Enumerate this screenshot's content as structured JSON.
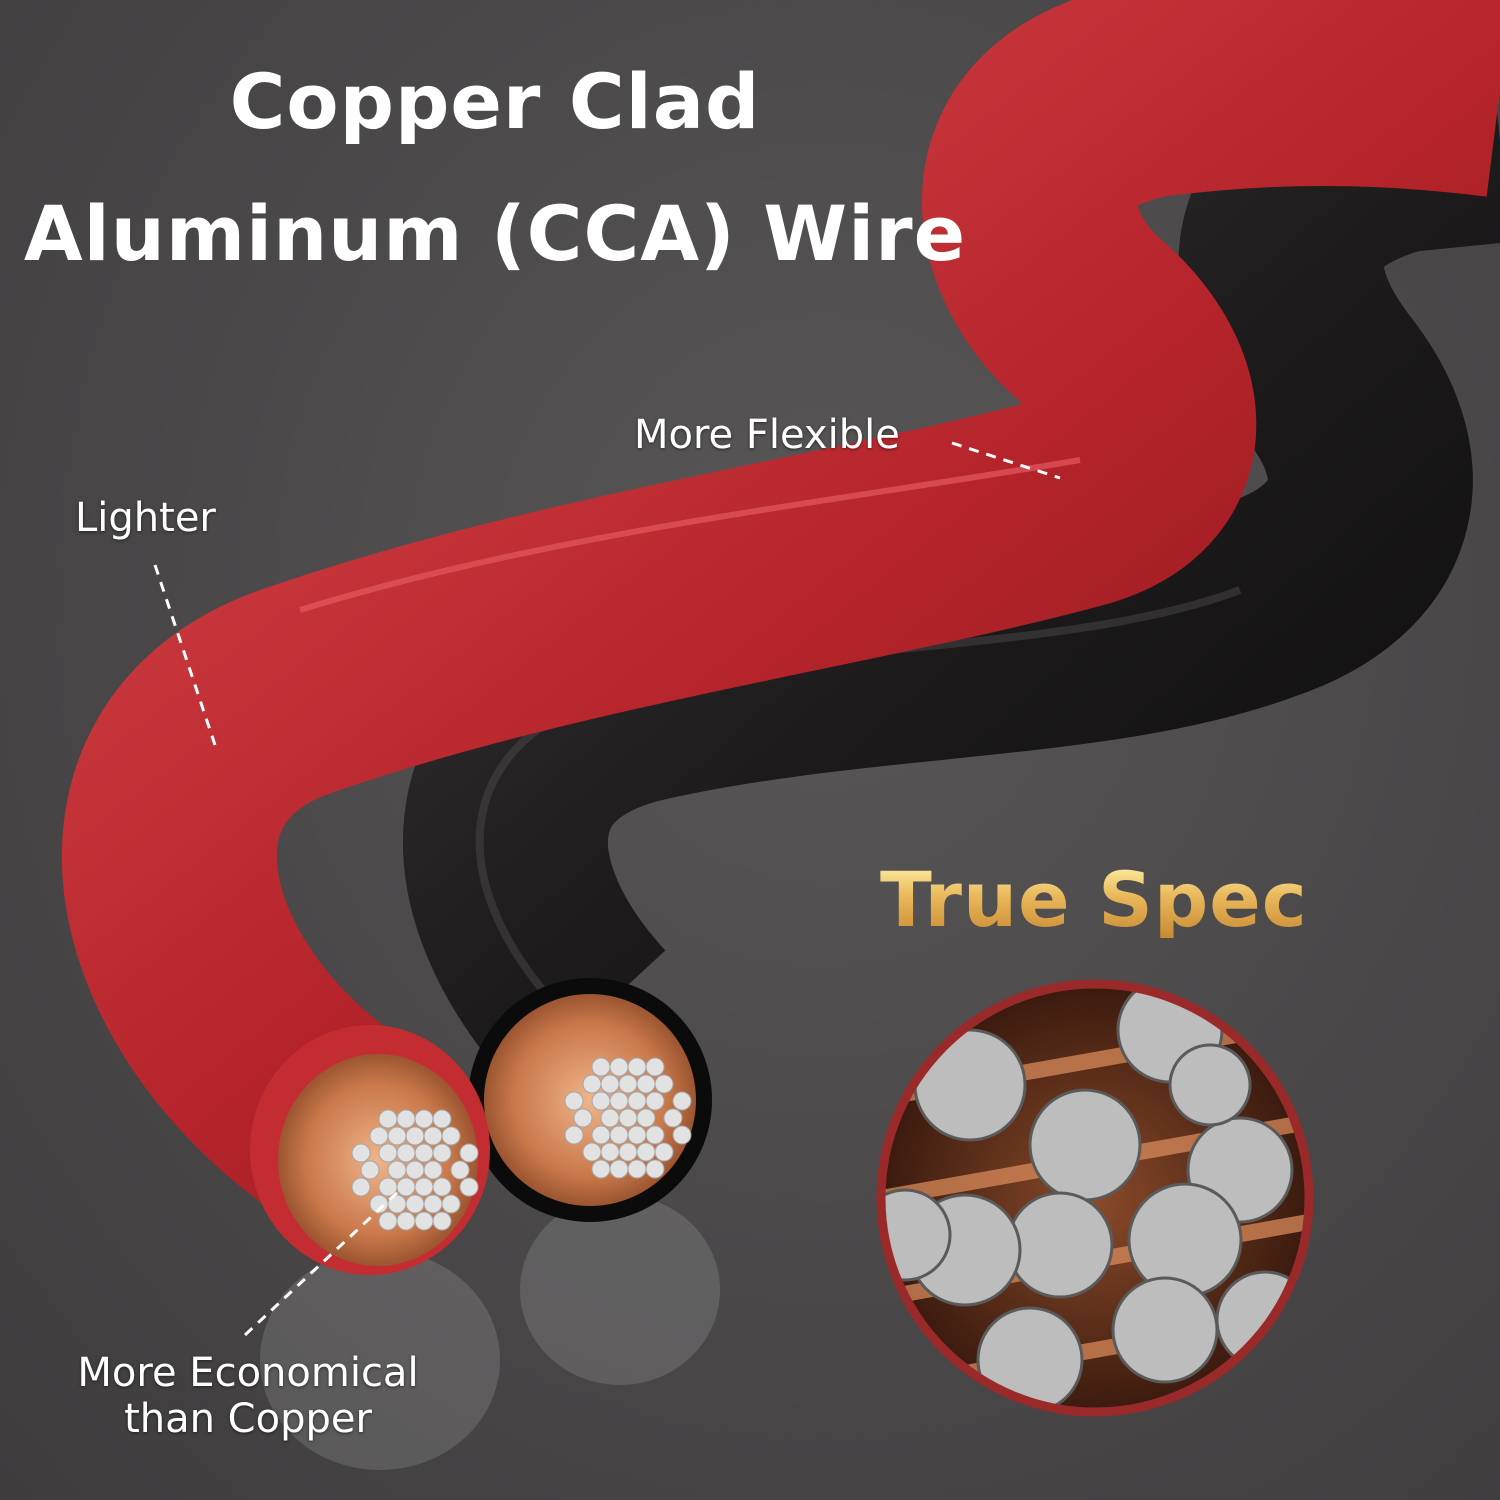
{
  "headline": {
    "line1": "Copper Clad",
    "line2": "Aluminum (CCA) Wire"
  },
  "callouts": {
    "more_flexible": "More Flexible",
    "lighter": "Lighter",
    "more_economical_line1": "More Economical",
    "more_economical_line2": "than Copper"
  },
  "badge": {
    "true_spec": "True Spec"
  },
  "colors": {
    "background": "#4a4849",
    "red_jacket": "#b4242a",
    "black_jacket": "#1c1a1b",
    "copper": "#c9784a",
    "aluminum": "#dcdcdc",
    "gold_text": "#e0b25c",
    "circle_border": "#9a2a2a"
  }
}
